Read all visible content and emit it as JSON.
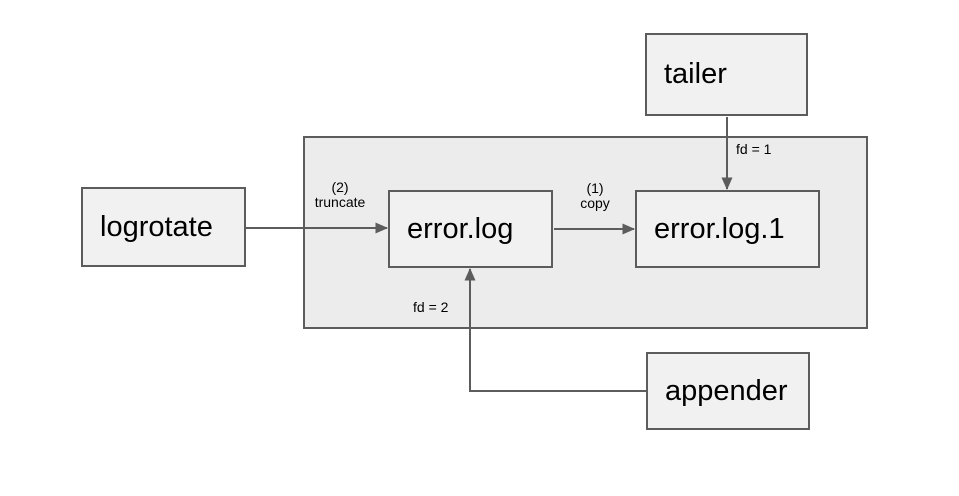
{
  "diagram": {
    "nodes": {
      "logrotate": {
        "label": "logrotate"
      },
      "tailer": {
        "label": "tailer"
      },
      "error_log": {
        "label": "error.log"
      },
      "error_log_1": {
        "label": "error.log.1"
      },
      "appender": {
        "label": "appender"
      }
    },
    "edges": {
      "truncate": {
        "step": "(2)",
        "action": "truncate"
      },
      "copy": {
        "step": "(1)",
        "action": "copy"
      },
      "fd1": {
        "label": "fd = 1"
      },
      "fd2": {
        "label": "fd = 2"
      }
    },
    "colors": {
      "canvas_bg": "#ffffff",
      "container_fill": "#ececec",
      "node_fill": "#f1f1f1",
      "stroke": "#5c5c5c",
      "text": "#000000"
    }
  }
}
